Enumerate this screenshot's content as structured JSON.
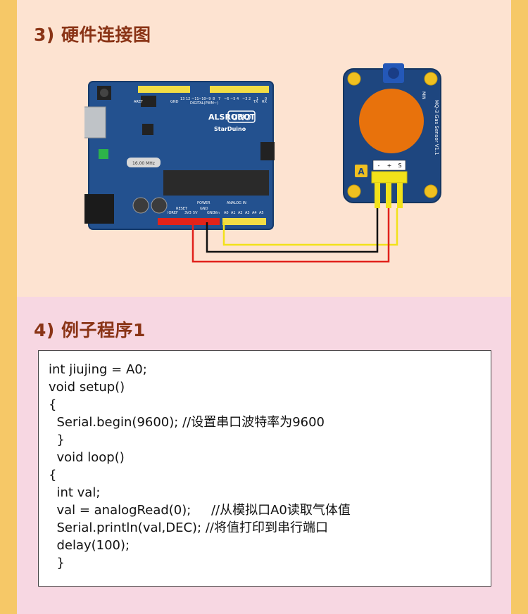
{
  "section3": {
    "title": "3) 硬件连接图"
  },
  "diagram": {
    "board": {
      "brand": "ALSROBOT",
      "model": "UNO",
      "subname": "StarDuino",
      "crystal": "16.00 MHz",
      "digital_label": "DIGITAL(PWM~)",
      "power_label": "POWER",
      "analog_label": "ANALOG IN",
      "aref": "AREF",
      "gnd_top": "GND",
      "tx": "TX",
      "rx": "RX",
      "pins_power": [
        "IOREF",
        "RESET",
        "3V3",
        "5V",
        "GND",
        "GND",
        "Vin"
      ],
      "pins_analog": [
        "A0",
        "A1",
        "A2",
        "A3",
        "A4",
        "A5"
      ],
      "pins_digital": [
        "13",
        "12",
        "~11",
        "~10",
        "~9",
        "8",
        "7",
        "~6",
        "~5",
        "4",
        "~3",
        "2",
        "1",
        "0"
      ]
    },
    "sensor": {
      "name": "MQ-3 Gas Sensor V1.1",
      "badge": "A",
      "pins": [
        "-",
        "+",
        "S"
      ],
      "pot_label": "MIN"
    },
    "wire_colors": {
      "black": "#111111",
      "red": "#e0211b",
      "yellow": "#f2e21a"
    }
  },
  "section4": {
    "title": "4) 例子程序1"
  },
  "code": [
    "int jiujing = A0;",
    "void setup()",
    "{",
    "  Serial.begin(9600); //设置串口波特率为9600",
    "  }",
    "  void loop()",
    "{",
    "  int val;",
    "  val = analogRead(0);     //从模拟口A0读取气体值",
    "  Serial.println(val,DEC); //将值打印到串行端口",
    "  delay(100);",
    "  }"
  ]
}
